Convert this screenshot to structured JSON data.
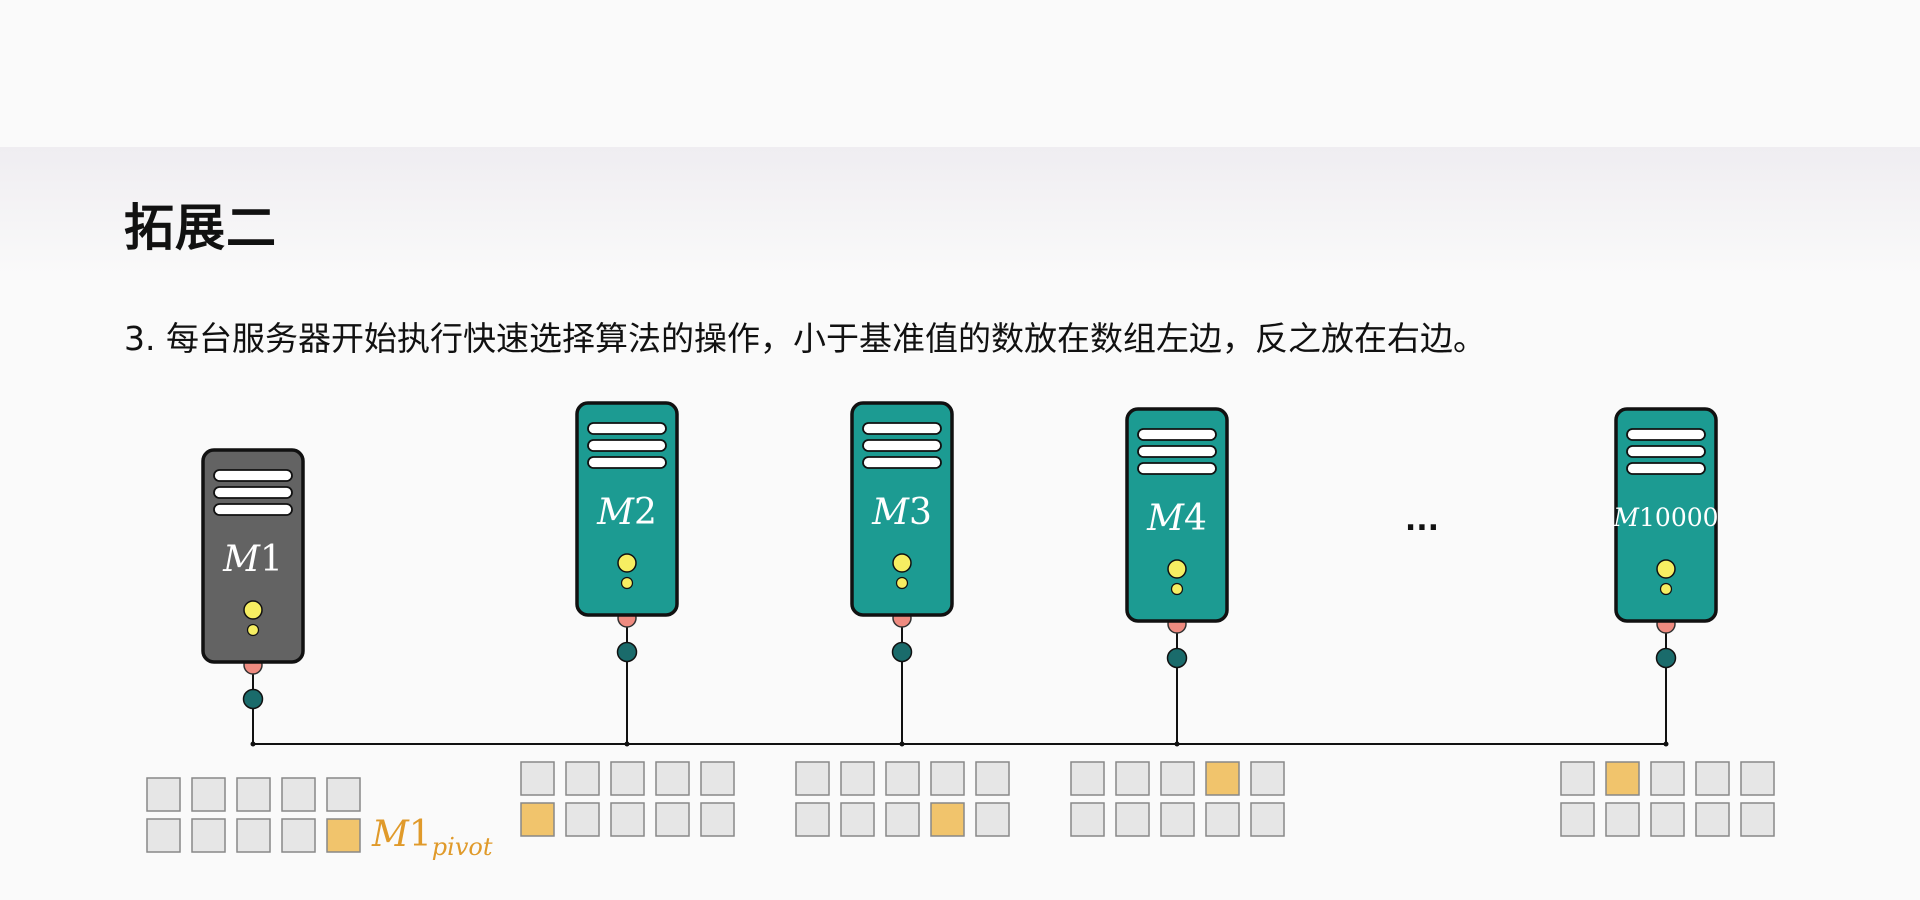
{
  "slide": {
    "title": "拓展二",
    "description": "3. 每台服务器开始执行快速选择算法的操作，小于基准值的数放在数组左边，反之放在右边。"
  },
  "diagram": {
    "ellipsis": "...",
    "colors": {
      "pivot_server": "#636363",
      "server": "#1c9b92",
      "connector": "#1a6b6b",
      "port": "#ef8b80",
      "led": "#f6ee62",
      "cell": "#e6e6e6",
      "highlight_cell": "#f1c46c",
      "pivot_text": "#e09a2a"
    },
    "pivot_label": {
      "main": "M1",
      "sub": "pivot"
    },
    "servers": [
      {
        "label": "M1",
        "role": "pivot",
        "icon": "server-icon",
        "cells": {
          "rows": 2,
          "cols": 5,
          "highlight": [
            [
              1,
              4
            ]
          ]
        }
      },
      {
        "label": "M2",
        "role": "worker",
        "icon": "server-icon",
        "cells": {
          "rows": 2,
          "cols": 5,
          "highlight": [
            [
              1,
              0
            ]
          ]
        }
      },
      {
        "label": "M3",
        "role": "worker",
        "icon": "server-icon",
        "cells": {
          "rows": 2,
          "cols": 5,
          "highlight": [
            [
              1,
              3
            ]
          ]
        }
      },
      {
        "label": "M4",
        "role": "worker",
        "icon": "server-icon",
        "cells": {
          "rows": 2,
          "cols": 5,
          "highlight": [
            [
              0,
              3
            ]
          ]
        }
      },
      {
        "label": "M10000",
        "role": "worker",
        "icon": "server-icon",
        "cells": {
          "rows": 2,
          "cols": 5,
          "highlight": [
            [
              0,
              1
            ]
          ]
        }
      }
    ]
  }
}
